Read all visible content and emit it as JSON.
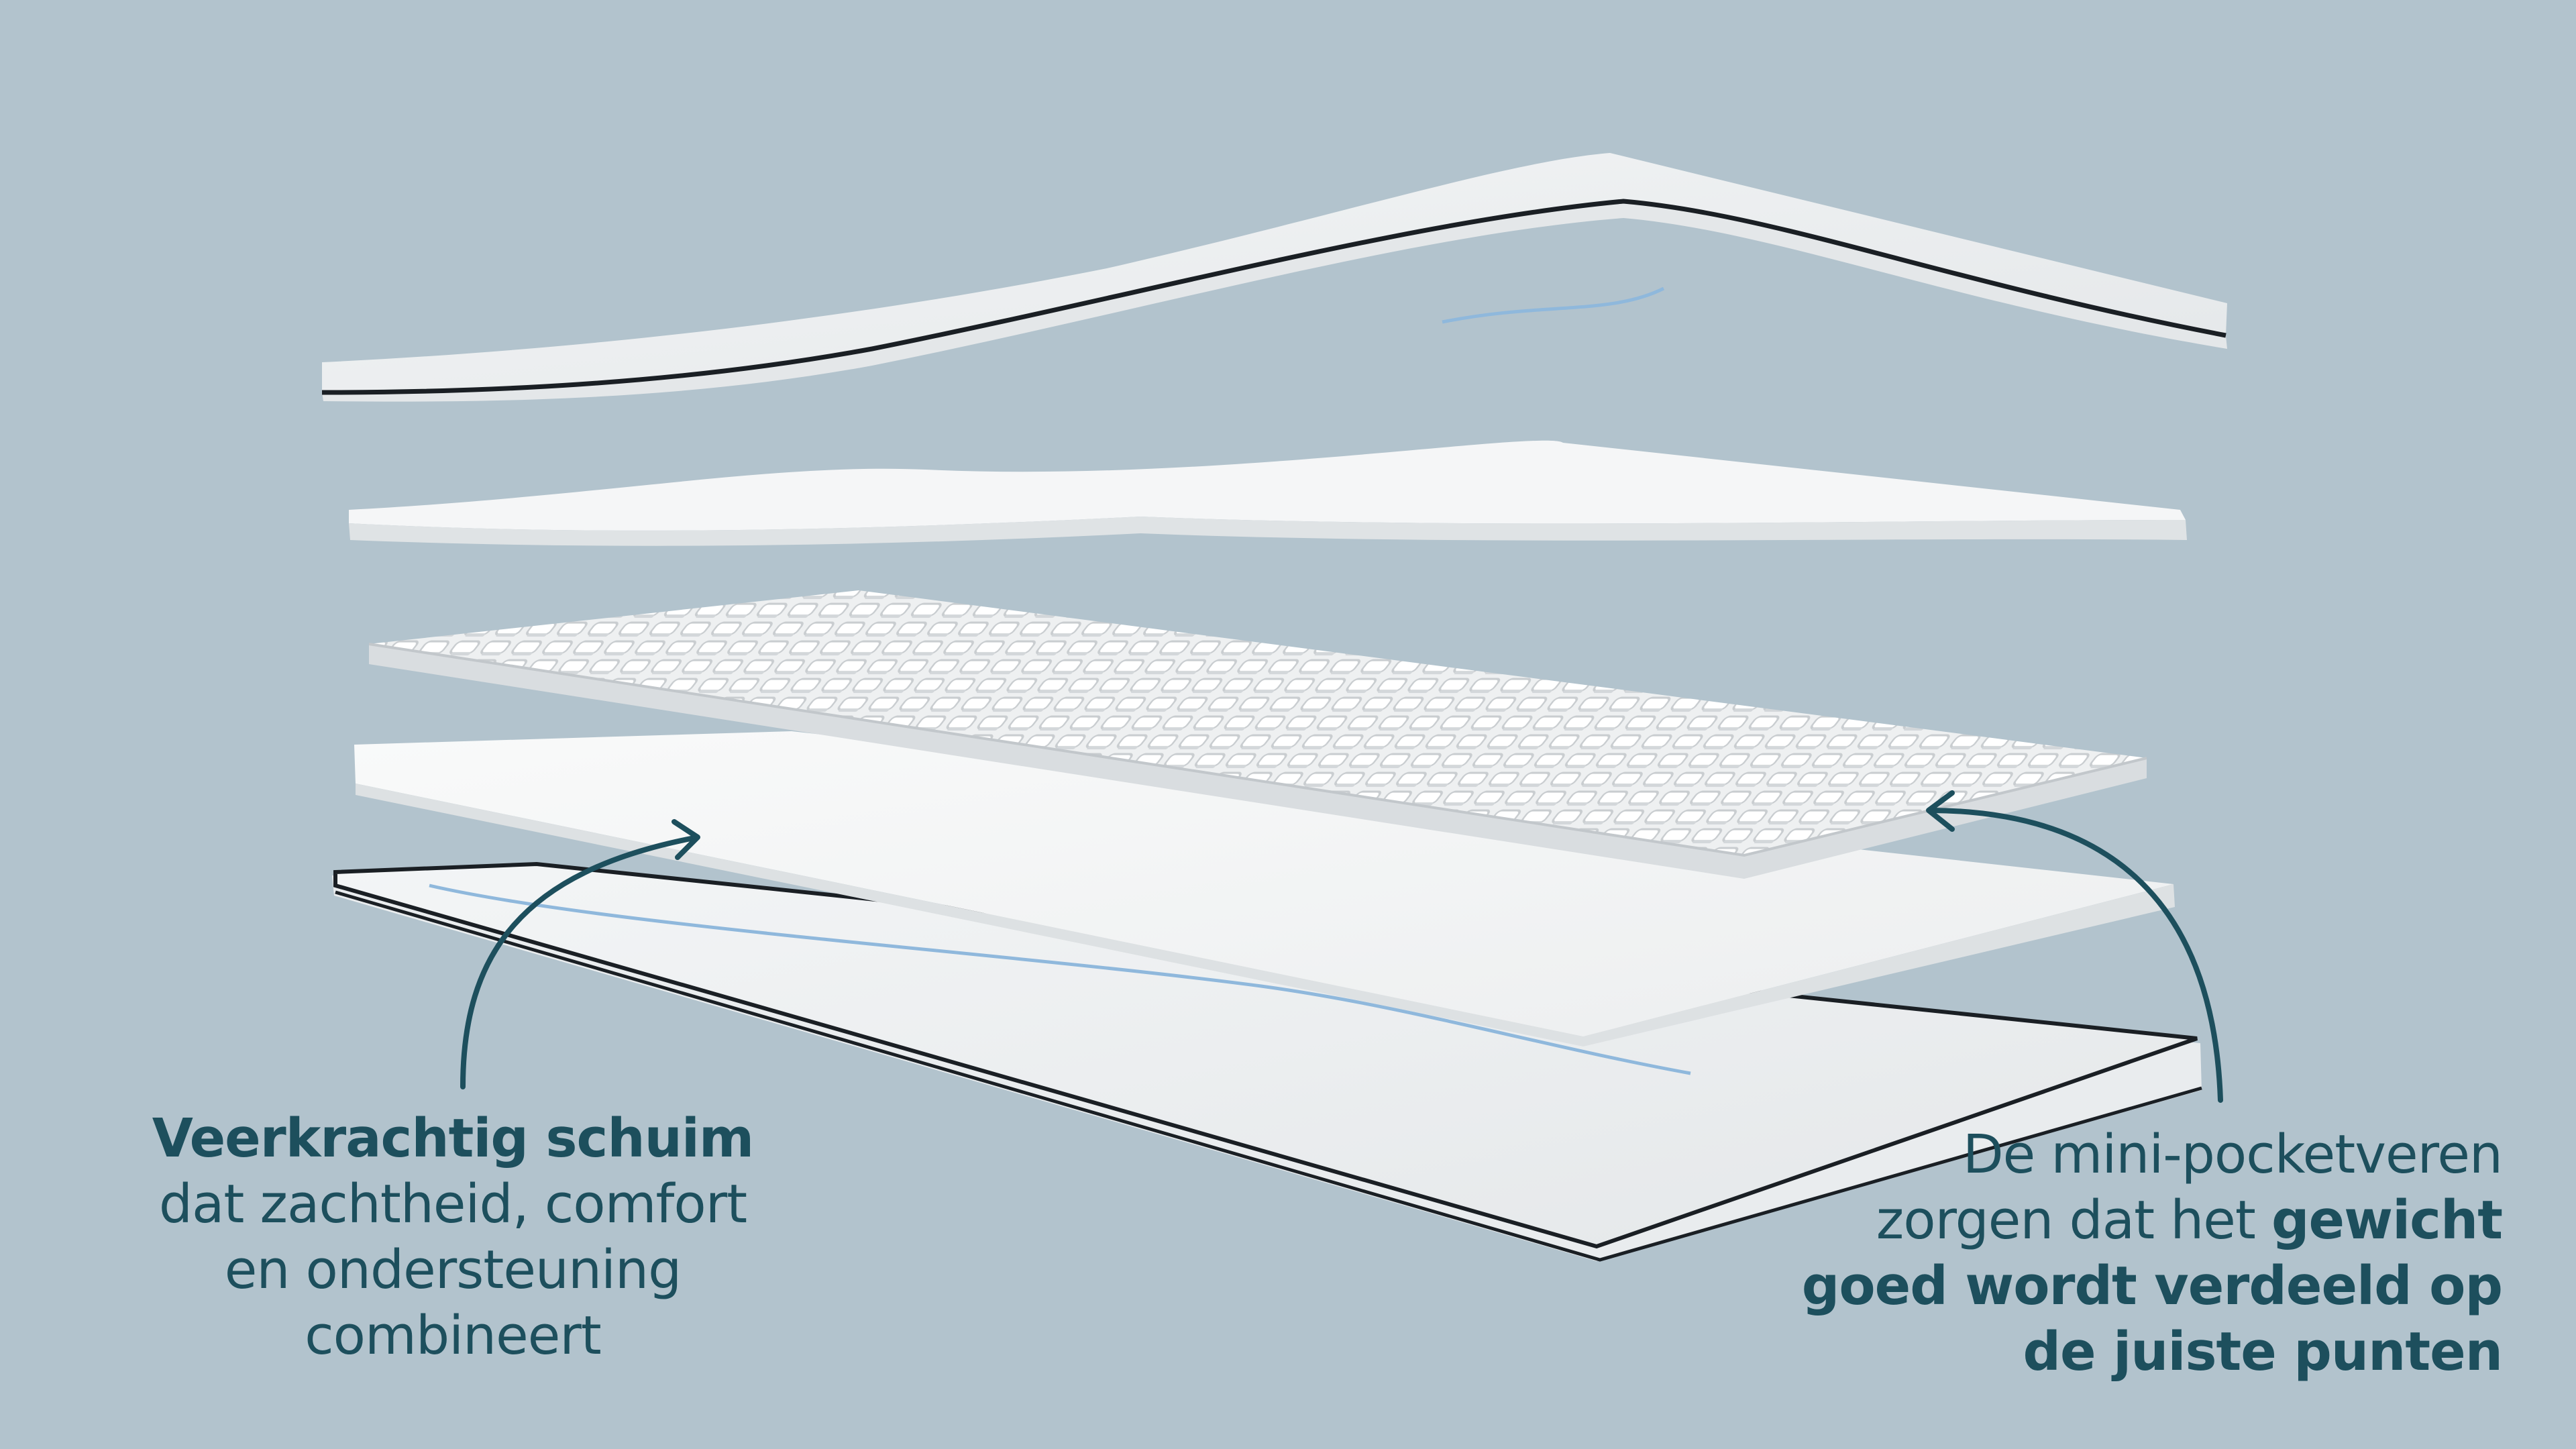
{
  "colors": {
    "background": "#b2c3cd",
    "text": "#1d4f5d",
    "arrow": "#1d4f5d",
    "layer_white": "#f7f8f8",
    "layer_shadow": "#d8dcde",
    "cover_edge": "#1a1f24",
    "cover_accent": "#8fb8dc"
  },
  "layers": [
    {
      "name": "top-cover",
      "icon": "wavy-cover-layer"
    },
    {
      "name": "comfort-foam",
      "icon": "foam-layer"
    },
    {
      "name": "mini-pocket-springs",
      "icon": "spring-grid-layer"
    },
    {
      "name": "base-foam",
      "icon": "foam-layer"
    },
    {
      "name": "bottom-cover",
      "icon": "cover-layer"
    }
  ],
  "captions": {
    "left": {
      "bold": "Veerkrachtig schuim",
      "lines": [
        "dat zachtheid, comfort",
        "en ondersteuning",
        "combineert"
      ]
    },
    "right": {
      "line1": "De mini-pocketveren",
      "line2_regular": "zorgen dat het ",
      "line2_bold": "gewicht",
      "line3_bold": "goed wordt verdeeld op",
      "line4_bold": "de juiste punten"
    }
  }
}
